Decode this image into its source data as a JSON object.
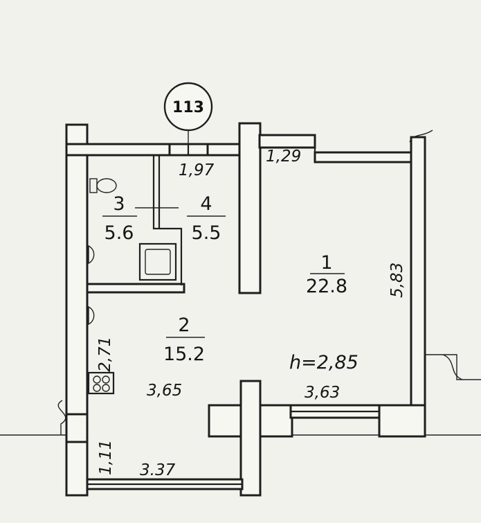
{
  "plan_number": "113",
  "rooms": [
    {
      "number": "1",
      "area": "22.8"
    },
    {
      "number": "2",
      "area": "15.2"
    },
    {
      "number": "3",
      "area": "5.6"
    },
    {
      "number": "4",
      "area": "5.5"
    }
  ],
  "dimensions": {
    "corridor_width": "1,97",
    "balcony_depth": "1,29",
    "room1_height": "5,83",
    "room1_width": "3,63",
    "ceiling_height": "h=2,85",
    "kitchen_width": "3,65",
    "kitchen_depth": "2,71",
    "loggia_depth": "1,11",
    "loggia_width": "3.37"
  },
  "colors": {
    "ink": "#1e1e1e",
    "paper": "#f2f2ec"
  }
}
